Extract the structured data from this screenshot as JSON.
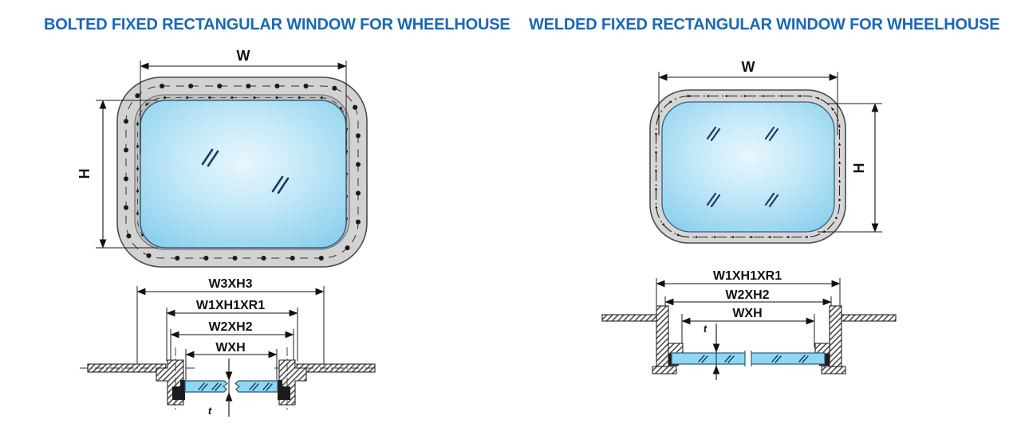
{
  "colors": {
    "title_blue": "#1a68b5",
    "glass_blue": "#8ed6f2",
    "frame_gray": "#d2d2d2",
    "line_black": "#111111"
  },
  "bolted": {
    "title": "BOLTED FIXED RECTANGULAR WINDOW FOR WHEELHOUSE",
    "front": {
      "w": "W",
      "h": "H"
    },
    "section": {
      "d1": "W3XH3",
      "d2": "W1XH1XR1",
      "d3": "W2XH2",
      "d4": "WXH",
      "t": "t"
    }
  },
  "welded": {
    "title": "WELDED FIXED RECTANGULAR WINDOW FOR WHEELHOUSE",
    "front": {
      "w": "W",
      "h": "H"
    },
    "section": {
      "d1": "W1XH1XR1",
      "d2": "W2XH2",
      "d3": "WXH",
      "t": "t"
    }
  }
}
